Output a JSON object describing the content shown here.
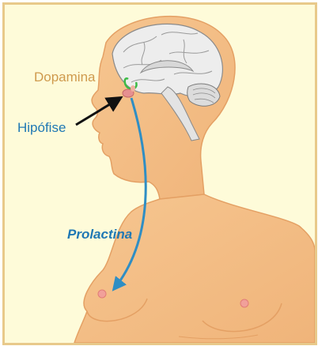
{
  "labels": {
    "dopamina": "Dopamina",
    "hipofise": "Hipófise",
    "prolactina": "Prolactina"
  },
  "colors": {
    "frame_border": "#e8c98a",
    "background": "#fefbd9",
    "skin": "#f5c089",
    "skin_outline": "#e4a064",
    "dopamina_label": "#cf9a4d",
    "hipofise_label": "#1f78b4",
    "prolactina_label": "#1f78b4",
    "hypothalamus_marker": "#3dbb47",
    "pituitary": "#e69090",
    "brain": "#ececec",
    "black_arrow": "#111111",
    "blue_arrow": "#2f8ec4"
  },
  "icons": {
    "pointer_arrow": "arrow-right-up-icon",
    "hormone_arrow": "curved-arrow-down-icon"
  }
}
